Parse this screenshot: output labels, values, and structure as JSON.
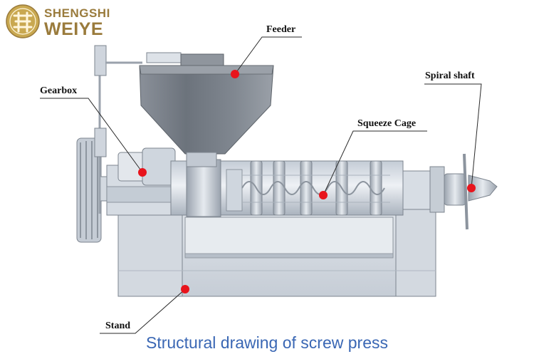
{
  "brand": {
    "line1": "SHENGSHI",
    "line2": "WEIYE",
    "text_color": "#9a7b3c",
    "logo_color": "#c9a850"
  },
  "labels": {
    "feeder": "Feeder",
    "gearbox": "Gearbox",
    "spiral_shaft": "Spiral shaft",
    "squeeze_cage": "Squeeze Cage",
    "stand": "Stand"
  },
  "caption": "Structural drawing of screw press",
  "colors": {
    "caption": "#3a67b4",
    "marker": "#e8141c",
    "machine_light": "#d7dde5",
    "machine_mid": "#b9c2cd",
    "machine_dark": "#6e757e",
    "outline": "#7d858f"
  }
}
